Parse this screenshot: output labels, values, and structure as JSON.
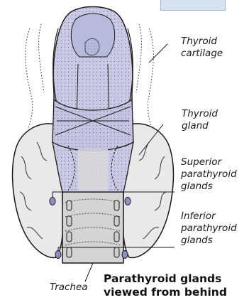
{
  "labels": {
    "thyroid_cartilage": [
      "Thyroid",
      "cartilage"
    ],
    "thyroid_gland": [
      "Thyroid",
      "gland"
    ],
    "superior_parathyroid": [
      "Superior",
      "parathyroid",
      "glands"
    ],
    "inferior_parathyroid": [
      "Inferior",
      "parathyroid",
      "glands"
    ],
    "trachea": "Trachea"
  },
  "caption": [
    "Parathyroid glands",
    "viewed from behind"
  ],
  "colors": {
    "tissue_lavender": "#c9c9e6",
    "gland_grey": "#e6e6e6",
    "trachea_grey": "#d2d2d2",
    "parathyroid_blue": "#8f8fc8",
    "outline": "#1a1a1a",
    "header_tab": "#d6e2ef"
  }
}
